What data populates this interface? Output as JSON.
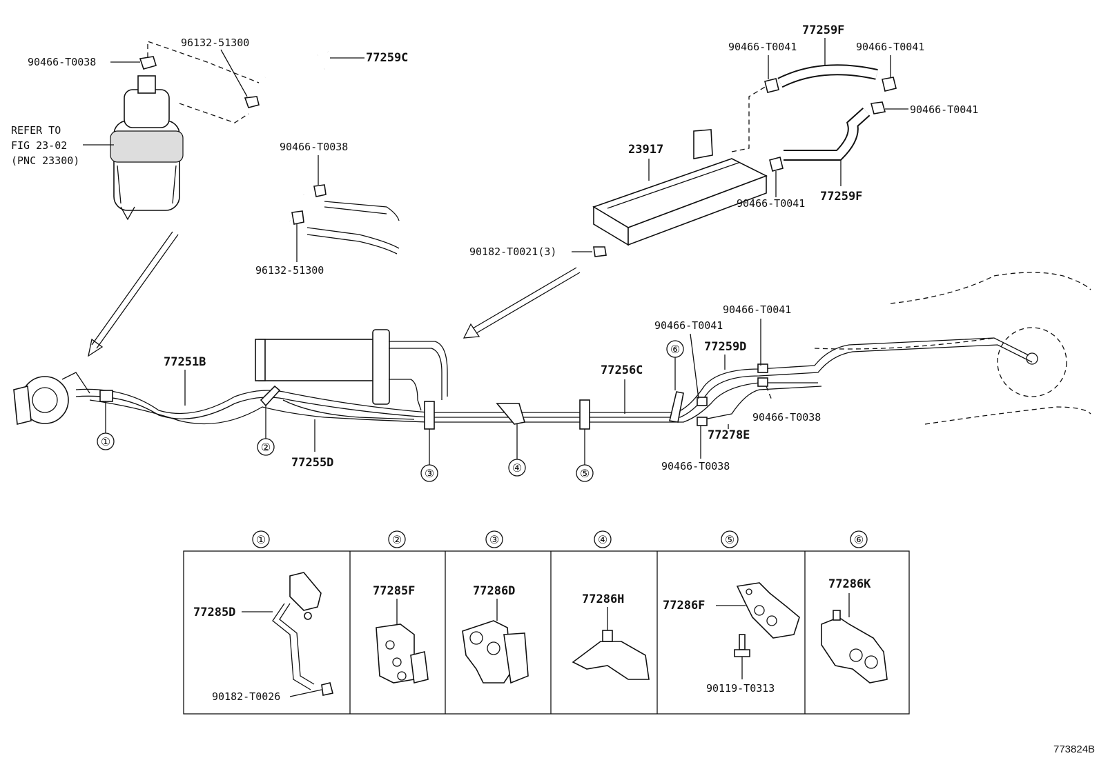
{
  "labels": {
    "p90466_T0038_top": "90466-T0038",
    "refer_line1": "REFER TO",
    "refer_line2": "FIG 23-02",
    "refer_line3": "(PNC 23300)",
    "p96132_51300_top": "96132-51300",
    "p77259C": "77259C",
    "p90466_T0038_mid": "90466-T0038",
    "p96132_51300_bot": "96132-51300",
    "p77259F_top": "77259F",
    "p90466_T0041_a": "90466-T0041",
    "p90466_T0041_b": "90466-T0041",
    "p90466_T0041_c": "90466-T0041",
    "p23917": "23917",
    "p90466_T0041_d": "90466-T0041",
    "p77259F_bot": "77259F",
    "p90182_T0021": "90182-T0021(3)",
    "p77251B": "77251B",
    "p77255D": "77255D",
    "p77256C": "77256C",
    "p90466_T0041_e": "90466-T0041",
    "p90466_T0041_f": "90466-T0041",
    "p77259D": "77259D",
    "p90466_T0038_r": "90466-T0038",
    "p77278E": "77278E",
    "p90466_T0038_b": "90466-T0038",
    "p77285D": "77285D",
    "p90182_T0026": "90182-T0026",
    "p77285F": "77285F",
    "p77286D": "77286D",
    "p77286H": "77286H",
    "p77286F": "77286F",
    "p90119_T0313": "90119-T0313",
    "p77286K": "77286K",
    "diagram_id": "773824B"
  },
  "callouts": [
    "①",
    "②",
    "③",
    "④",
    "⑤",
    "⑥"
  ],
  "colors": {
    "ink": "#111111",
    "paper": "#ffffff"
  }
}
